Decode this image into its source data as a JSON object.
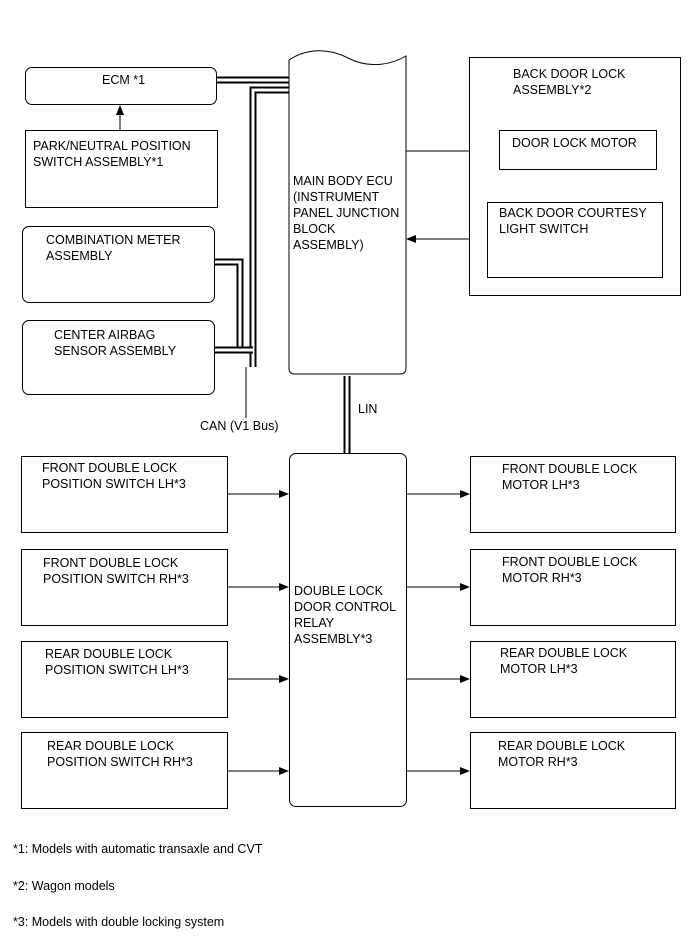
{
  "components": {
    "ecm": "ECM *1",
    "park_neutral": "PARK/NEUTRAL POSITION\nSWITCH ASSEMBLY*1",
    "combination_meter": "COMBINATION METER\nASSEMBLY",
    "center_airbag": "CENTER AIRBAG\nSENSOR ASSEMBLY",
    "main_body_ecu": "MAIN BODY ECU\n(INSTRUMENT\nPANEL JUNCTION\nBLOCK\nASSEMBLY)",
    "back_door_lock_assembly": "BACK DOOR LOCK\nASSEMBLY*2",
    "door_lock_motor": "DOOR LOCK MOTOR",
    "back_door_courtesy": "BACK DOOR COURTESY\nLIGHT SWITCH",
    "double_lock_relay": "DOUBLE LOCK\nDOOR CONTROL\nRELAY\nASSEMBLY*3",
    "front_switch_lh": "FRONT DOUBLE LOCK\nPOSITION SWITCH LH*3",
    "front_switch_rh": "FRONT DOUBLE LOCK\nPOSITION SWITCH RH*3",
    "rear_switch_lh": "REAR DOUBLE LOCK\nPOSITION SWITCH LH*3",
    "rear_switch_rh": "REAR DOUBLE LOCK\nPOSITION SWITCH RH*3",
    "front_motor_lh": "FRONT DOUBLE LOCK\nMOTOR LH*3",
    "front_motor_rh": "FRONT DOUBLE LOCK\nMOTOR RH*3",
    "rear_motor_lh": "REAR DOUBLE LOCK\nMOTOR LH*3",
    "rear_motor_rh": "REAR DOUBLE LOCK\nMOTOR RH*3"
  },
  "bus_labels": {
    "can": "CAN (V1 Bus)",
    "lin": "LIN"
  },
  "footnotes": [
    "*1: Models with automatic transaxle and CVT",
    "*2: Wagon models",
    "*3: Models with double locking system"
  ]
}
